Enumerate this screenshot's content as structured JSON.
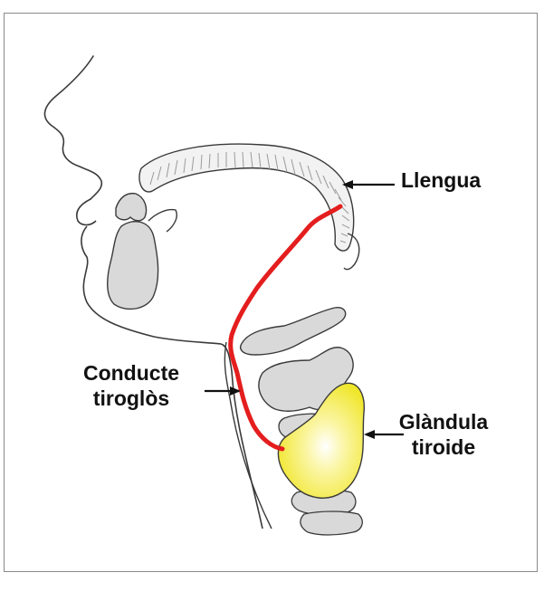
{
  "labels": {
    "tongue": "Llengua",
    "duct_line1": "Conducte",
    "duct_line2": "tiroglòs",
    "gland_line1": "Glàndula",
    "gland_line2": "tiroide"
  },
  "colors": {
    "outline": "#3a3a3a",
    "tissue_fill": "#d9d9d9",
    "duct": "#e41e1e",
    "gland_fill": "#f3e935",
    "gland_highlight": "#ffffff",
    "frame": "#8a8a8a"
  },
  "icons": [
    "arrow-icon"
  ]
}
